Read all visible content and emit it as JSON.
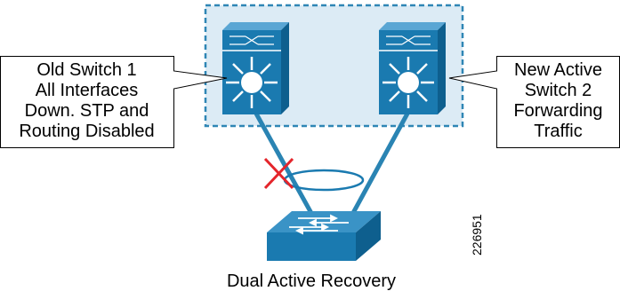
{
  "diagram": {
    "left_callout": [
      "Old Switch 1",
      "All Interfaces",
      "Down. STP and",
      "Routing Disabled"
    ],
    "right_callout": [
      "New Active",
      "Switch 2",
      "Forwarding",
      "Traffic"
    ],
    "caption": "Dual Active Recovery",
    "figure_id": "226951",
    "colors": {
      "switch_blue": "#1a7ab0",
      "switch_dark": "#0e5f8e",
      "link_blue": "#2a84b3",
      "dashed_border": "#2f86b5",
      "region_fill": "#dcebf5",
      "failed_link_x": "#e4252b"
    },
    "icons": [
      "core-switch-1",
      "core-switch-2",
      "access-switch",
      "failed-link-x",
      "port-channel-ring"
    ]
  }
}
